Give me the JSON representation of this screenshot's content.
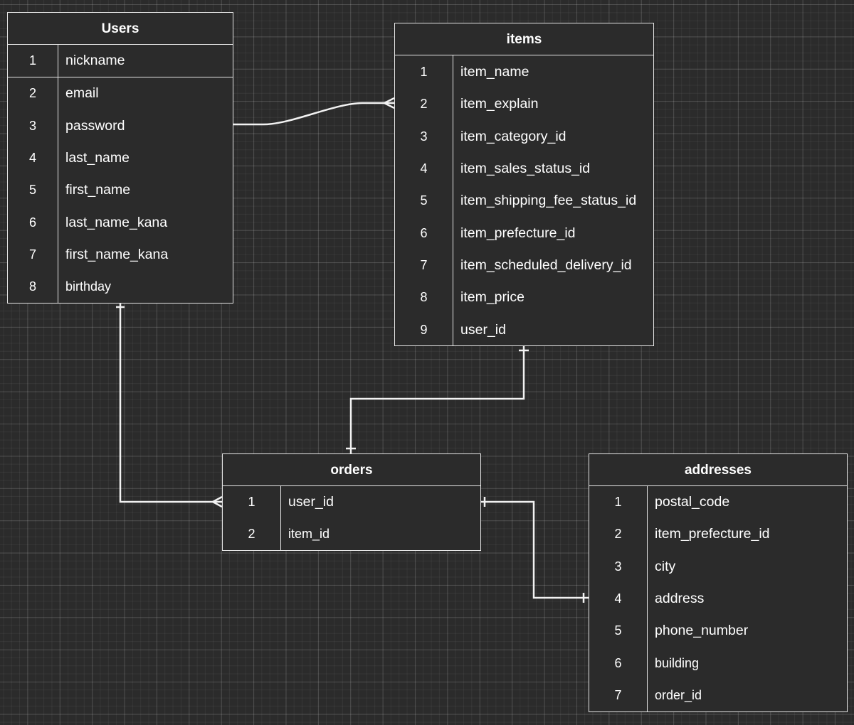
{
  "entities": {
    "users": {
      "title": "Users",
      "rows": [
        {
          "num": "1",
          "field": "nickname"
        },
        {
          "num": "2",
          "field": "email"
        },
        {
          "num": "3",
          "field": "password"
        },
        {
          "num": "4",
          "field": "last_name"
        },
        {
          "num": "5",
          "field": "first_name"
        },
        {
          "num": "6",
          "field": "last_name_kana"
        },
        {
          "num": "7",
          "field": "first_name_kana"
        },
        {
          "num": "8",
          "field": "birthday"
        }
      ]
    },
    "items": {
      "title": "items",
      "rows": [
        {
          "num": "1",
          "field": "item_name"
        },
        {
          "num": "2",
          "field": "item_explain"
        },
        {
          "num": "3",
          "field": "item_category_id"
        },
        {
          "num": "4",
          "field": "item_sales_status_id"
        },
        {
          "num": "5",
          "field": "item_shipping_fee_status_id"
        },
        {
          "num": "6",
          "field": "item_prefecture_id"
        },
        {
          "num": "7",
          "field": "item_scheduled_delivery_id"
        },
        {
          "num": "8",
          "field": "item_price"
        },
        {
          "num": "9",
          "field": "user_id"
        }
      ]
    },
    "orders": {
      "title": "orders",
      "rows": [
        {
          "num": "1",
          "field": "user_id"
        },
        {
          "num": "2",
          "field": "item_id"
        }
      ]
    },
    "addresses": {
      "title": "addresses",
      "rows": [
        {
          "num": "1",
          "field": "postal_code"
        },
        {
          "num": "2",
          "field": "item_prefecture_id"
        },
        {
          "num": "3",
          "field": "city"
        },
        {
          "num": "4",
          "field": "address"
        },
        {
          "num": "5",
          "field": "phone_number"
        },
        {
          "num": "6",
          "field": "building"
        },
        {
          "num": "7",
          "field": "order_id"
        }
      ]
    }
  },
  "relationships": [
    {
      "from": "Users",
      "from_end": "one",
      "to": "items",
      "to_end": "many"
    },
    {
      "from": "Users",
      "from_end": "one",
      "to": "orders",
      "to_end": "many"
    },
    {
      "from": "items",
      "from_end": "one",
      "to": "orders",
      "to_end": "one"
    },
    {
      "from": "orders",
      "from_end": "one",
      "to": "addresses",
      "to_end": "one"
    }
  ],
  "colors": {
    "background": "#2b2b2b",
    "stroke": "#e6e6e6",
    "text": "#ffffff"
  }
}
